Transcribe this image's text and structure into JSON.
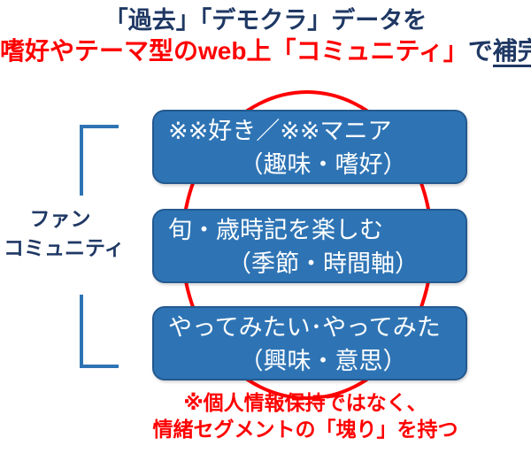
{
  "title": {
    "line1": "「過去」「デモクラ」データを",
    "line2_red": "嗜好やテーマ型のweb上「コミュニティ」",
    "line2_connector": "で",
    "line2_emphasis": "補完"
  },
  "fan_community_label": {
    "line1": "ファン",
    "line2": "コミュニティ"
  },
  "community_boxes": [
    {
      "line1": "※※好き／※※マニア",
      "line2": "（趣味・嗜好）"
    },
    {
      "line1": "旬・歳時記を楽しむ",
      "line2": "（季節・時間軸）"
    },
    {
      "line1": "やってみたい･やってみた",
      "line2": "（興味・意思）"
    }
  ],
  "footnote": {
    "line1": "※個人情報保持ではなく、",
    "line2": "情緒セグメントの「塊り」を持つ"
  },
  "colors": {
    "accent_red": "#FF0000",
    "navy_text": "#1F3864",
    "box_fill": "#2E74B5",
    "box_border": "#24598F",
    "bracket_blue": "#2E74B5"
  }
}
